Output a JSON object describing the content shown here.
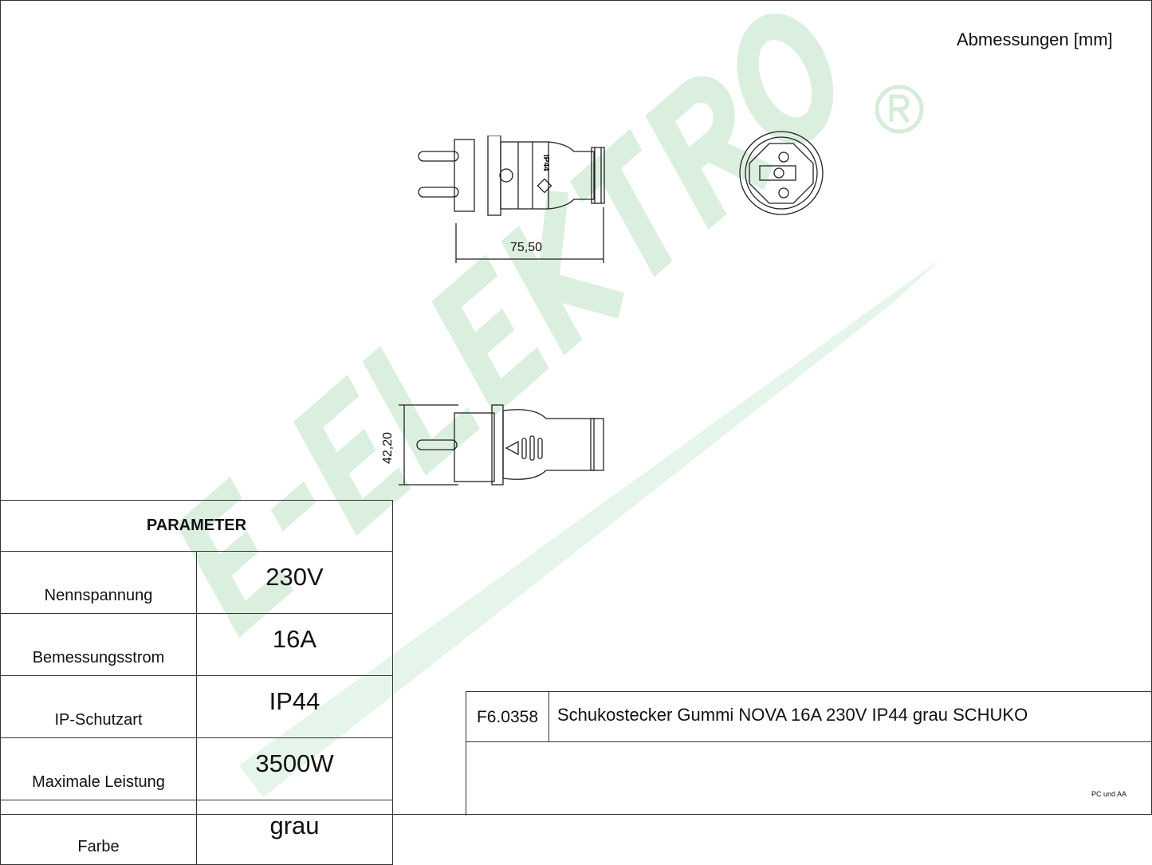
{
  "header": {
    "dimensions_label": "Abmessungen [mm]"
  },
  "watermark": {
    "brand": "E-ELEKTRO",
    "registered_mark": "®",
    "color": "#d9eedd"
  },
  "drawing": {
    "top_view_width_dim": "75,50",
    "side_view_height_dim": "42,20",
    "marking": "IP44"
  },
  "parameters": {
    "header": "PARAMETER",
    "rows": [
      {
        "label": "Nennspannung",
        "value": "230V"
      },
      {
        "label": "Bemessungsstrom",
        "value": "16A"
      },
      {
        "label": "IP-Schutzart",
        "value": "IP44"
      },
      {
        "label": "Maximale Leistung",
        "value": "3500W"
      },
      {
        "label": "Farbe",
        "value": "grau"
      }
    ]
  },
  "title_block": {
    "code": "F6.0358",
    "description": "Schukostecker Gummi NOVA 16A 230V IP44 grau SCHUKO",
    "author": "PC und AA"
  }
}
